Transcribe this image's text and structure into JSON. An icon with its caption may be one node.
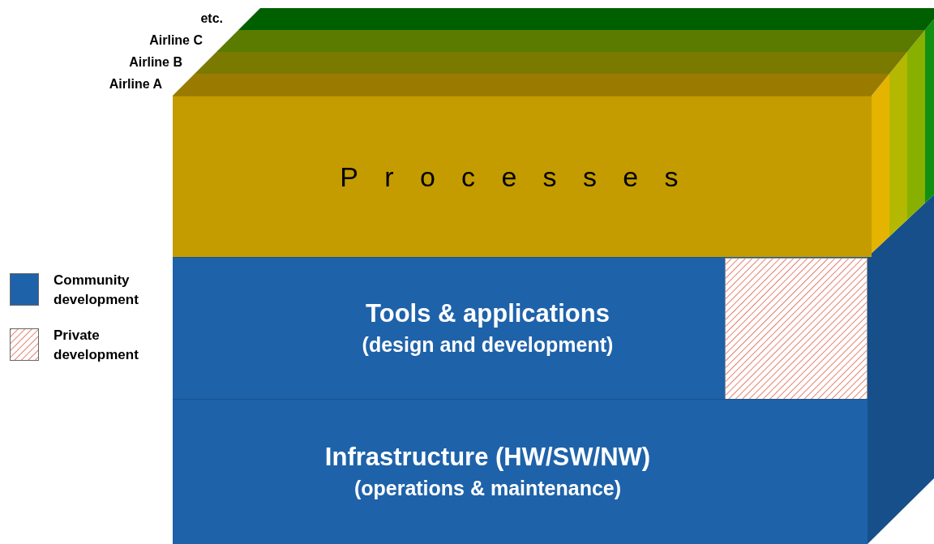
{
  "diagram": {
    "nodes": [
      {
        "text": [
          "etc."
        ]
      },
      {
        "text": [
          "Airline C"
        ]
      },
      {
        "text": [
          "Airline B"
        ]
      },
      {
        "text": [
          "Airline A"
        ]
      },
      {
        "text": [
          "Processes"
        ]
      },
      {
        "text": [
          "Tools & applications",
          "(design and development)"
        ]
      },
      {
        "text": [],
        "shape": "box",
        "in": 5
      },
      {
        "text": [
          "Infrastructure (HW/SW/NW)",
          "(operations & maintenance)"
        ]
      }
    ],
    "legend": [
      {
        "text": "Community development",
        "color": "#1e62aa"
      },
      {
        "text": "Private development"
      }
    ]
  }
}
